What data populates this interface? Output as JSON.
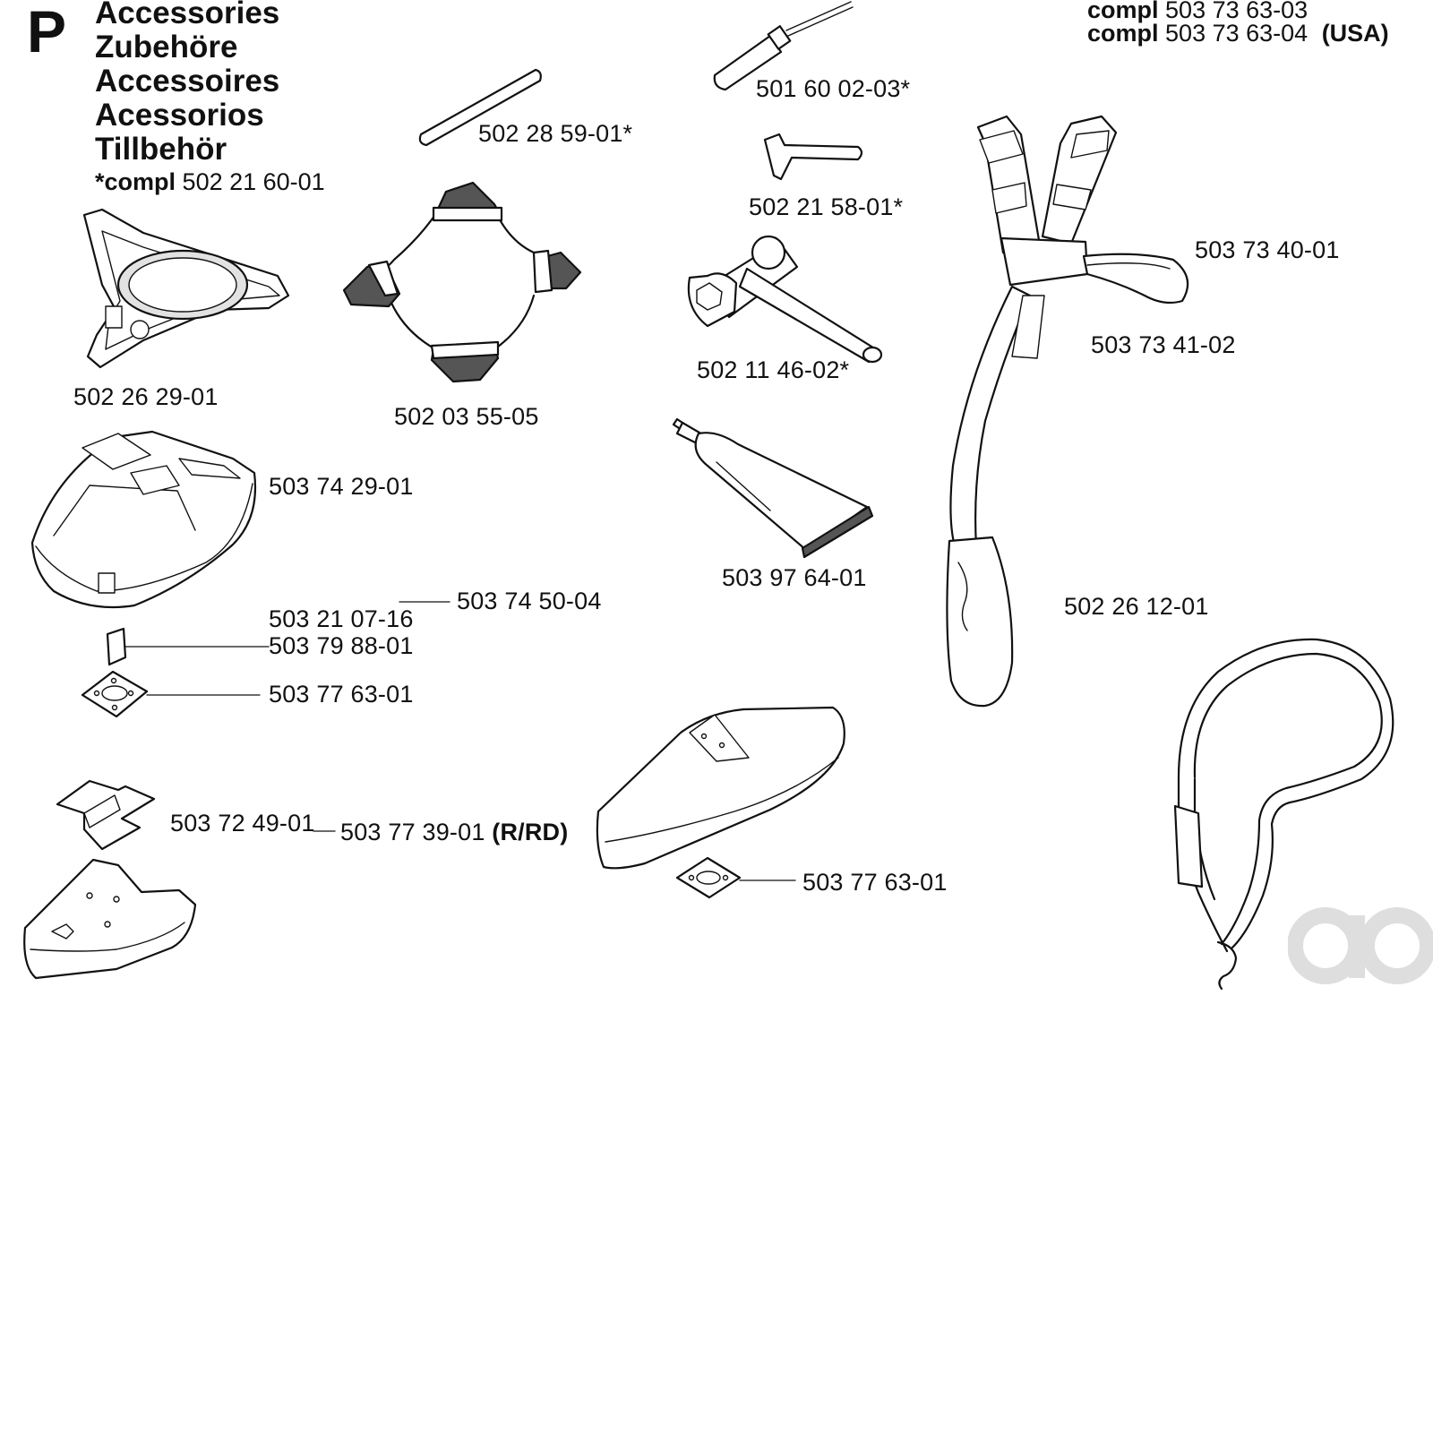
{
  "header": {
    "section_letter": "P",
    "titles": [
      "Accessories",
      "Zubehöre",
      "Accessoires",
      "Acessorios",
      "Tillbehör"
    ],
    "compl_note_prefix": "*compl",
    "compl_note_number": "502 21 60-01"
  },
  "harness_compl": [
    {
      "prefix": "compl",
      "number": "503 73 63-03",
      "suffix": ""
    },
    {
      "prefix": "compl",
      "number": "503 73 63-04",
      "suffix": "(USA)"
    }
  ],
  "part_labels": {
    "p1": "501 60 02-03*",
    "p2": "502 28 59-01*",
    "p3": "502 21 58-01*",
    "p4": "503 73 40-01",
    "p5": "503 73 41-02",
    "p6": "502 26 29-01",
    "p7": "502 03 55-05",
    "p8": "502 11 46-02*",
    "p9": "503 74 29-01",
    "p10": "503 97 64-01",
    "p11": "502 26 12-01",
    "p12": "503 74 50-04",
    "p13": "503 21 07-16",
    "p14": "503 79 88-01",
    "p15": "503 77 63-01",
    "p16": "503 72 49-01",
    "p17_number": "503 77 39-01",
    "p17_suffix": "(R/RD)",
    "p18": "503 77 63-01"
  },
  "colors": {
    "ink": "#111111",
    "paper": "#ffffff",
    "watermark": "#dedede"
  }
}
